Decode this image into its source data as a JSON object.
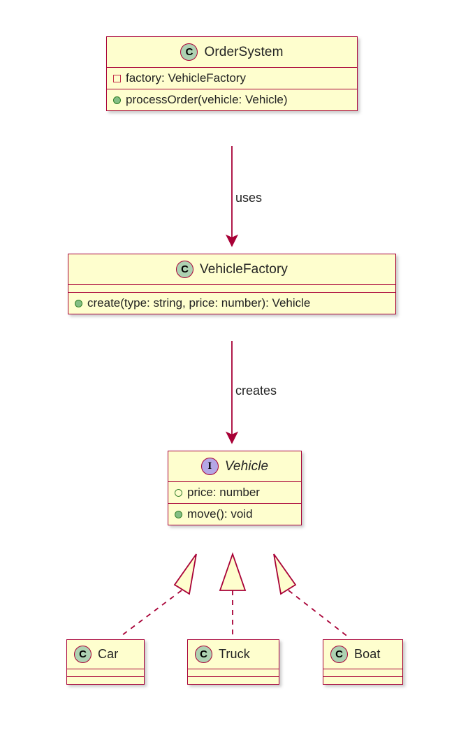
{
  "diagram": {
    "type": "uml-class-diagram",
    "theme": {
      "node_fill": "#FEFECE",
      "node_border": "#A80036",
      "class_badge_fill": "#ADD1B2",
      "interface_badge_fill": "#B4A7E5",
      "text_color": "#232323",
      "connector_color": "#A80036",
      "background": "#FFFFFF"
    }
  },
  "nodes": [
    {
      "id": "order-system",
      "name": "OrderSystem",
      "kind": "class",
      "badge": "C",
      "attributes": [
        {
          "text": "factory: VehicleFactory",
          "visibility": "private-field"
        }
      ],
      "methods": [
        {
          "text": "processOrder(vehicle: Vehicle)",
          "visibility": "public-method"
        }
      ]
    },
    {
      "id": "vehicle-factory",
      "name": "VehicleFactory",
      "kind": "class",
      "badge": "C",
      "attributes": [],
      "methods": [
        {
          "text": "create(type: string, price: number): Vehicle",
          "visibility": "public-method"
        }
      ]
    },
    {
      "id": "vehicle",
      "name": "Vehicle",
      "kind": "interface",
      "badge": "I",
      "attributes": [
        {
          "text": "price: number",
          "visibility": "package-field"
        }
      ],
      "methods": [
        {
          "text": "move(): void",
          "visibility": "public-method"
        }
      ]
    },
    {
      "id": "car",
      "name": "Car",
      "kind": "class",
      "badge": "C",
      "attributes": [],
      "methods": []
    },
    {
      "id": "truck",
      "name": "Truck",
      "kind": "class",
      "badge": "C",
      "attributes": [],
      "methods": []
    },
    {
      "id": "boat",
      "name": "Boat",
      "kind": "class",
      "badge": "C",
      "attributes": [],
      "methods": []
    }
  ],
  "edges": [
    {
      "id": "uses",
      "label": "uses",
      "from": "order-system",
      "to": "vehicle-factory",
      "style": "solid",
      "arrow": "filled-arrow"
    },
    {
      "id": "creates",
      "label": "creates",
      "from": "vehicle-factory",
      "to": "vehicle",
      "style": "solid",
      "arrow": "filled-arrow"
    },
    {
      "id": "car-realizes-vehicle",
      "label": "",
      "from": "car",
      "to": "vehicle",
      "style": "dashed",
      "arrow": "hollow-triangle"
    },
    {
      "id": "truck-realizes-vehicle",
      "label": "",
      "from": "truck",
      "to": "vehicle",
      "style": "dashed",
      "arrow": "hollow-triangle"
    },
    {
      "id": "boat-realizes-vehicle",
      "label": "",
      "from": "boat",
      "to": "vehicle",
      "style": "dashed",
      "arrow": "hollow-triangle"
    }
  ]
}
